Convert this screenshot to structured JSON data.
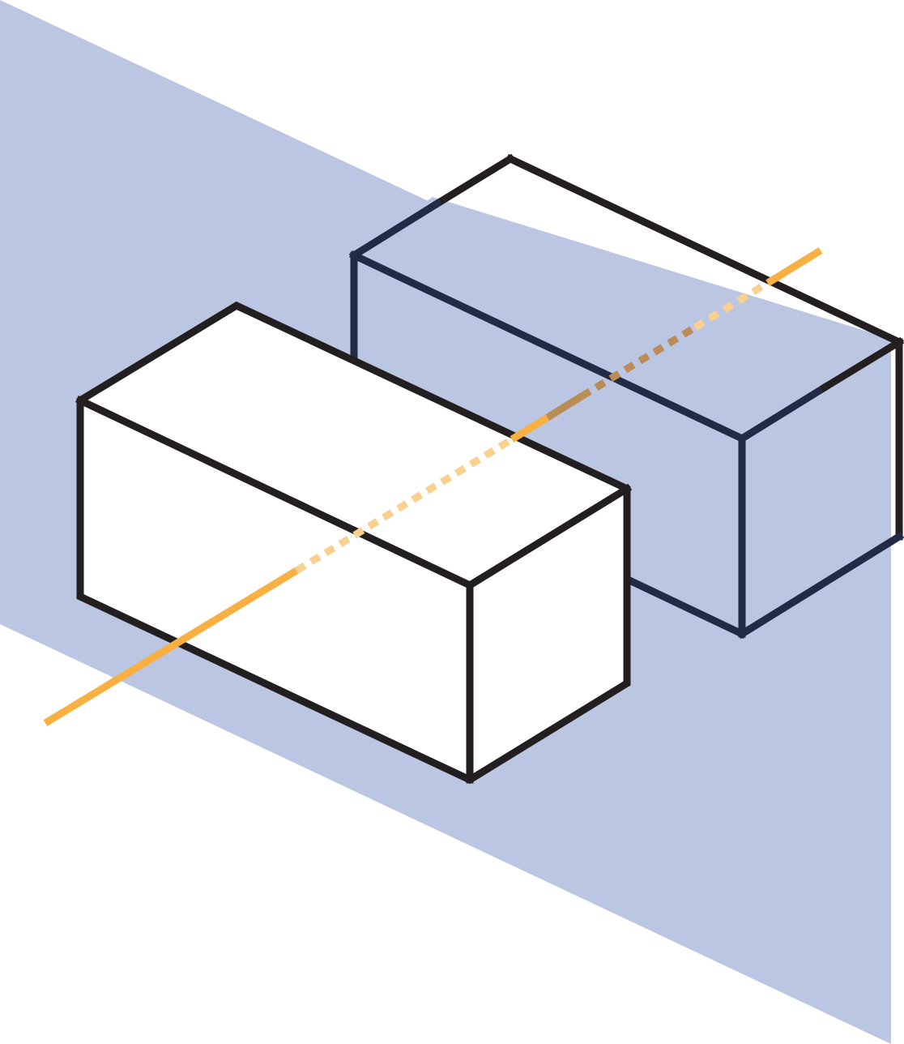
{
  "figure": {
    "description_visible_text": "",
    "colors": {
      "plane": "#bbc6e2",
      "edge": "#231f20",
      "edge_through_plane": "#222a45",
      "axis_line": "#f8b042",
      "axis_line_hidden": "#f9d08e",
      "axis_line_inside_plane": "#ba8c56",
      "box_face": "#ffffff"
    },
    "objects": [
      {
        "name": "cutting-plane"
      },
      {
        "name": "back-box"
      },
      {
        "name": "front-box"
      },
      {
        "name": "axis-line"
      }
    ]
  }
}
